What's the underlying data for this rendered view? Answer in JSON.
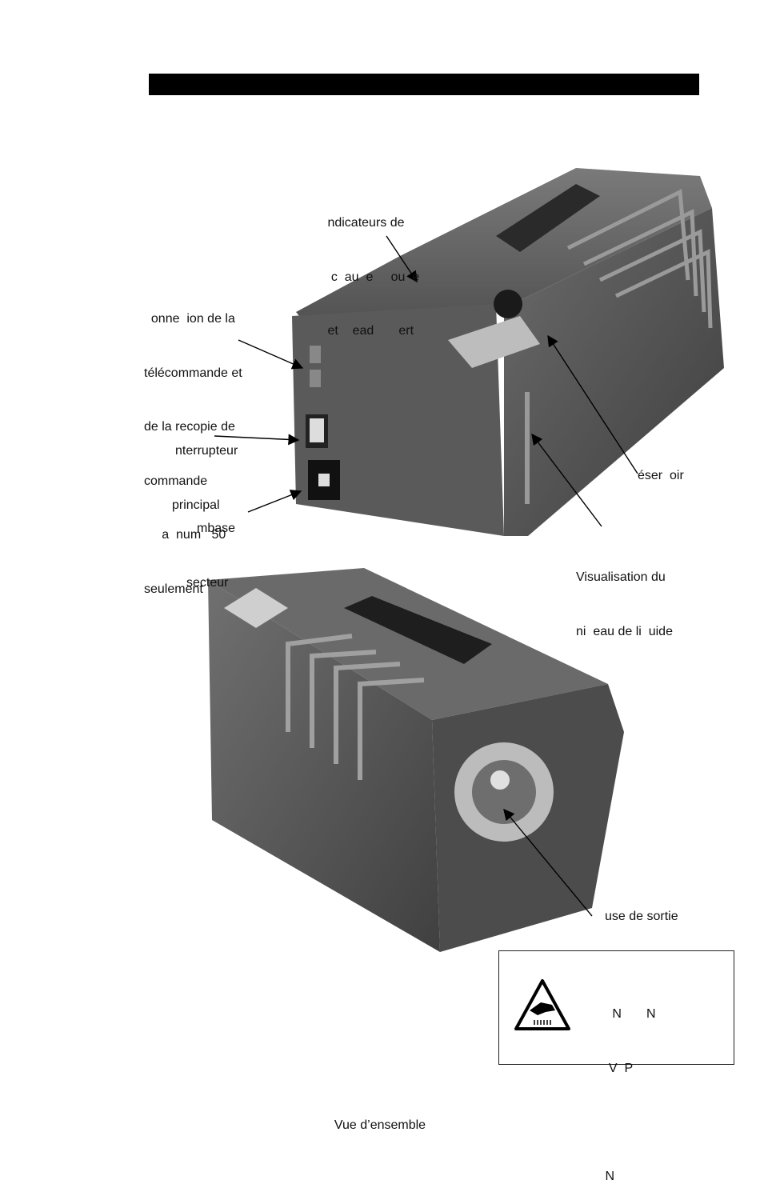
{
  "labels": {
    "indicators": [
      " ndicateurs de",
      "  c  au  e     ou  e",
      " et    ead       ert"
    ],
    "connection": [
      "  onne  ion de la",
      "télécommande et",
      "de la recopie de",
      "commande",
      "     a  num   50",
      "seulement"
    ],
    "switch": [
      "nterrupteur",
      "principal"
    ],
    "socket": [
      "mbase",
      "secteur"
    ],
    "reservoir": "éser  oir",
    "level": [
      "Visualisation du",
      "ni  eau de li  uide"
    ],
    "nozzle": "use de sortie"
  },
  "warning": {
    "lines": [
      "   N       N",
      "  V  P",
      "",
      " N"
    ],
    "icon": "hot-surface-warning-icon"
  },
  "caption": "Vue d’ensemble"
}
